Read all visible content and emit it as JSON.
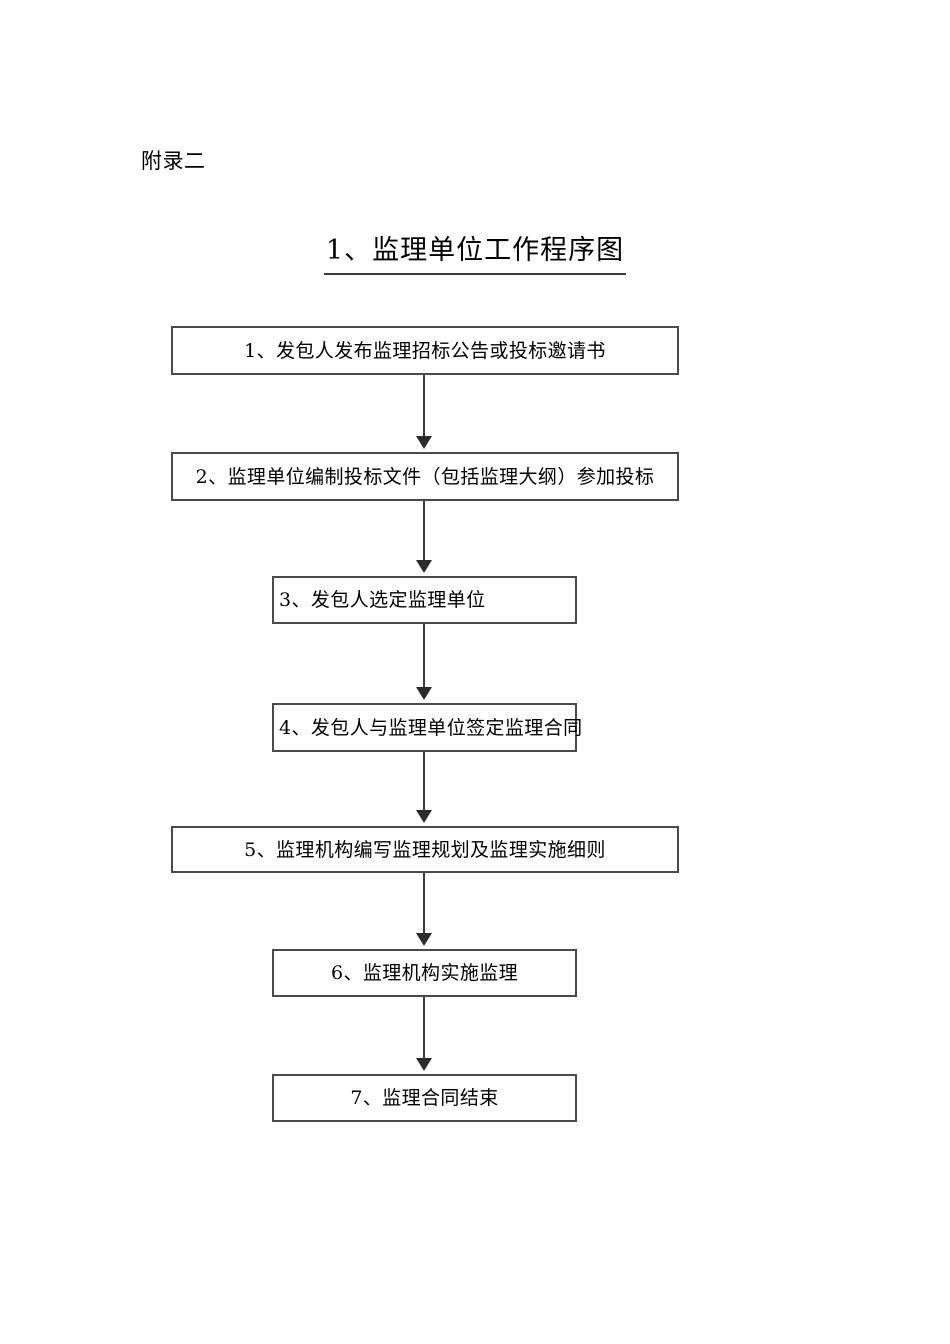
{
  "document": {
    "appendix_label": "附录二",
    "title": "1、监理单位工作程序图"
  },
  "flowchart": {
    "orientation": "top-to-bottom",
    "arrow_count": 6,
    "nodes": [
      {
        "id": "step-1",
        "number": "1",
        "label": "1、发包人发布监理招标公告或投标邀请书",
        "width": "wide",
        "align": "center"
      },
      {
        "id": "step-2",
        "number": "2",
        "label": "2、监理单位编制投标文件（包括监理大纲）参加投标",
        "width": "wide",
        "align": "center"
      },
      {
        "id": "step-3",
        "number": "3",
        "label": "3、发包人选定监理单位",
        "width": "narrow",
        "align": "left"
      },
      {
        "id": "step-4",
        "number": "4",
        "label": "4、发包人与监理单位签定监理合同",
        "width": "narrow",
        "align": "left"
      },
      {
        "id": "step-5",
        "number": "5",
        "label": "5、监理机构编写监理规划及监理实施细则",
        "width": "wide",
        "align": "center"
      },
      {
        "id": "step-6",
        "number": "6",
        "label": "6、监理机构实施监理",
        "width": "narrow",
        "align": "center"
      },
      {
        "id": "step-7",
        "number": "7",
        "label": "7、监理合同结束",
        "width": "narrow",
        "align": "center"
      }
    ]
  },
  "colors": {
    "page_background": "#ffffff",
    "text": "#000000",
    "box_border": "#4a4a4a",
    "connector": "#3b3b3b",
    "arrowhead": "#2b2b2b",
    "title_underline": "#3a3a3a"
  }
}
